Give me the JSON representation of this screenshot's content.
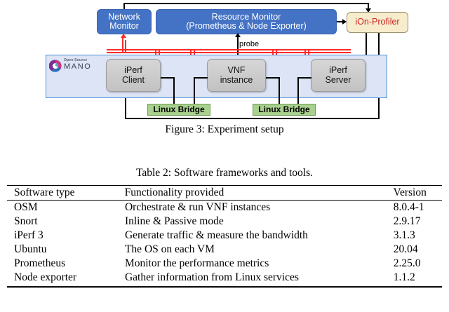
{
  "figure": {
    "caption": "Figure 3: Experiment setup",
    "probe_label": "probe",
    "nodes": {
      "network_monitor": "Network\nMonitor",
      "network_monitor_l1": "Network",
      "network_monitor_l2": "Monitor",
      "resource_monitor_l1": "Resource Monitor",
      "resource_monitor_l2": "(Prometheus & Node Exporter)",
      "ion_profiler": "iOn-Profiler",
      "iperf_client_l1": "iPerf",
      "iperf_client_l2": "Client",
      "vnf_instance_l1": "VNF",
      "vnf_instance_l2": "instance",
      "iperf_server_l1": "iPerf",
      "iperf_server_l2": "Server",
      "linux_bridge_left": "Linux Bridge",
      "linux_bridge_right": "Linux Bridge"
    },
    "logo": {
      "top_text": "Open Source",
      "main_text": "MANO"
    },
    "colors": {
      "blue_box": "#4472C4",
      "cream_box": "#F7EDCD",
      "ion_text": "#CC2222",
      "gray_box": "#C8C8C8",
      "green_box": "#A9D18E",
      "container_fill": "#DCE4F5",
      "container_border": "#4A90D9",
      "red_link": "#FF2A2A",
      "black_link": "#000000"
    }
  },
  "table": {
    "caption": "Table 2: Software frameworks and tools.",
    "columns": [
      "Software type",
      "Functionality provided",
      "Version"
    ],
    "rows": [
      [
        "OSM",
        "Orchestrate & run VNF instances",
        "8.0.4-1"
      ],
      [
        "Snort",
        "Inline & Passive mode",
        "2.9.17"
      ],
      [
        "iPerf 3",
        "Generate traffic & measure the bandwidth",
        "3.1.3"
      ],
      [
        "Ubuntu",
        "The OS on each VM",
        "20.04"
      ],
      [
        "Prometheus",
        "Monitor the performance metrics",
        "2.25.0"
      ],
      [
        "Node exporter",
        "Gather information from Linux services",
        "1.1.2"
      ]
    ]
  }
}
